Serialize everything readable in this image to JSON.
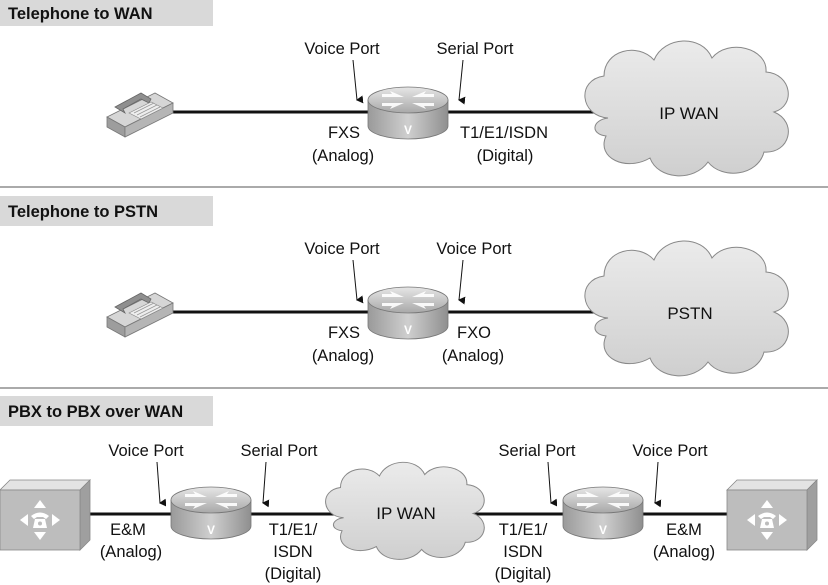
{
  "sections": [
    {
      "title": "Telephone to WAN",
      "left_port": "Voice Port",
      "right_port": "Serial Port",
      "left_type": "FXS",
      "left_signal": "(Analog)",
      "right_type": "T1/E1/ISDN",
      "right_signal": "(Digital)",
      "cloud": "IP WAN"
    },
    {
      "title": "Telephone to PSTN",
      "left_port": "Voice Port",
      "right_port": "Voice Port",
      "left_type": "FXS",
      "left_signal": "(Analog)",
      "right_type": "FXO",
      "right_signal": "(Analog)",
      "cloud": "PSTN"
    },
    {
      "title": "PBX to PBX over WAN",
      "r1_left_port": "Voice Port",
      "r1_right_port": "Serial Port",
      "r2_left_port": "Serial Port",
      "r2_right_port": "Voice Port",
      "r1_left_type": "E&M",
      "r1_left_signal": "(Analog)",
      "r1_right_line1": "T1/E1/",
      "r1_right_line2": "ISDN",
      "r1_right_signal": "(Digital)",
      "r2_left_line1": "T1/E1/",
      "r2_left_line2": "ISDN",
      "r2_left_signal": "(Digital)",
      "r2_right_type": "E&M",
      "r2_right_signal": "(Analog)",
      "cloud": "IP WAN"
    }
  ],
  "router_glyph": "V",
  "icons": [
    "telephone-icon",
    "router-icon",
    "cloud-icon",
    "pbx-icon"
  ],
  "colors": {
    "header_bg": "#d9d9d9",
    "device_gray": "#b5b5b5",
    "divider": "#555555"
  }
}
